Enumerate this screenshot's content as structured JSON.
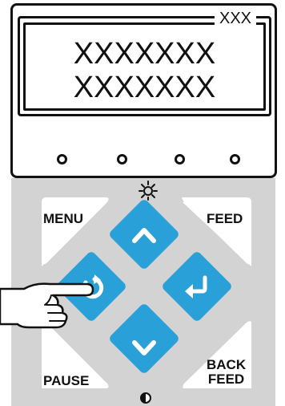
{
  "display": {
    "tag": "XXX",
    "line1": "XXXXXXX",
    "line2": "XXXXXXX"
  },
  "keys": {
    "menu": "MENU",
    "feed": "FEED",
    "pause": "PAUSE",
    "back_feed_line1": "BACK",
    "back_feed_line2": "FEED"
  },
  "colors": {
    "nav_button": "#2aa0d8",
    "keypad_background": "#d3d3d3"
  },
  "icons": {
    "brightness": "sun-icon",
    "contrast": "contrast-icon",
    "up": "chevron-up-icon",
    "down": "chevron-down-icon",
    "refresh": "refresh-icon",
    "enter": "enter-icon",
    "hand": "pointing-hand-icon"
  }
}
